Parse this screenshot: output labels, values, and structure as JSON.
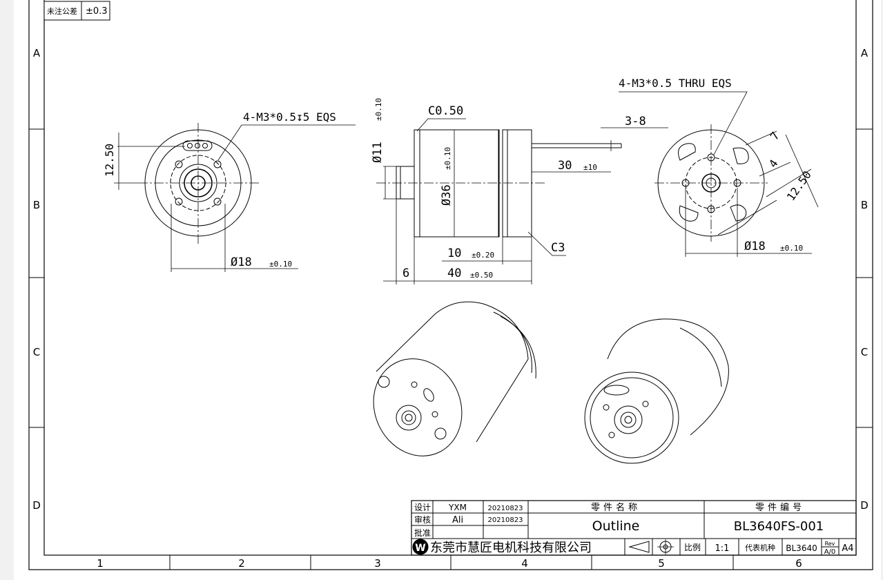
{
  "tolerance_note": {
    "label": "未注公差",
    "value": "±0.3"
  },
  "zone_letters": [
    "A",
    "B",
    "C",
    "D"
  ],
  "zone_numbers": [
    "1",
    "2",
    "3",
    "4",
    "5",
    "6"
  ],
  "front_view": {
    "thread_callout": "4-M3*0.5↧5 EQS",
    "dim_offset": "12.50",
    "dim_diameter": "Ø18",
    "dim_diameter_tol": "±0.10"
  },
  "side_view": {
    "chamfer_top": "C0.50",
    "dim_shaft_dia": "Ø11",
    "dim_shaft_dia_tol": "±0.10",
    "dim_body_dia": "Ø36",
    "dim_body_dia_tol": "±0.10",
    "dim_lead_len": "30",
    "dim_lead_len_tol": "±10",
    "dim_strip": "3-8",
    "dim_cap": "10",
    "dim_cap_tol": "±0.20",
    "chamfer_bottom": "C3",
    "dim_shaft_len": "6",
    "dim_body_len": "40",
    "dim_body_len_tol": "±0.50"
  },
  "rear_view": {
    "thread_callout": "4-M3*0.5 THRU EQS",
    "dim_slot_a": "7",
    "dim_slot_b": "4",
    "dim_offset": "12.50",
    "dim_diameter": "Ø18",
    "dim_diameter_tol": "±0.10"
  },
  "title_block": {
    "design_label": "设计",
    "design_name": "YXM",
    "design_date": "20210823",
    "check_label": "审核",
    "check_name": "Ali",
    "check_date": "20210823",
    "approve_label": "批准",
    "part_name_header": "零件名称",
    "part_name": "Outline",
    "part_no_header": "零件编号",
    "part_no": "BL3640FS-001",
    "company": "东莞市慧匠电机科技有限公司",
    "scale_label": "比例",
    "scale": "1:1",
    "model_label": "代表机种",
    "model": "BL3640",
    "rev_label": "Rev",
    "rev": "A/0",
    "sheet_size": "A4"
  }
}
